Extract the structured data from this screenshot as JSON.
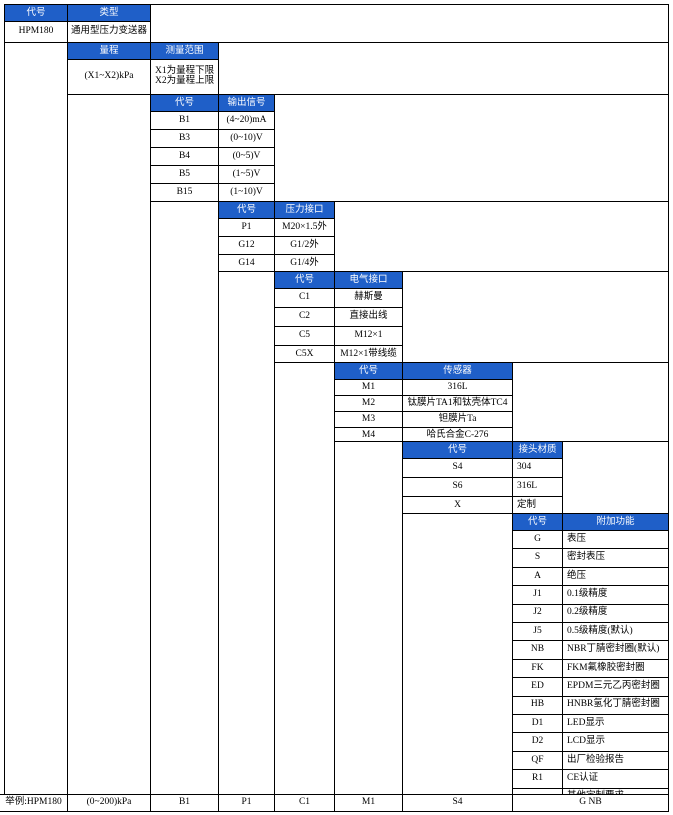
{
  "s1": {
    "code": "代号",
    "type": "类型",
    "model": "HPM180",
    "name": "通用型压力变送器"
  },
  "s2": {
    "range_h": "量程",
    "meas_h": "测量范围",
    "range_val": "(X1~X2)kPa",
    "meas_line1": "X1为量程下限",
    "meas_line2": "X2为量程上限"
  },
  "s3": {
    "code_h": "代号",
    "sig_h": "输出信号",
    "rows": [
      {
        "code": "B1",
        "val": "(4~20)mA"
      },
      {
        "code": "B3",
        "val": "(0~10)V"
      },
      {
        "code": "B4",
        "val": "(0~5)V"
      },
      {
        "code": "B5",
        "val": "(1~5)V"
      },
      {
        "code": "B15",
        "val": "(1~10)V"
      }
    ]
  },
  "s4": {
    "code_h": "代号",
    "conn_h": "压力接口",
    "rows": [
      {
        "code": "P1",
        "val": "M20×1.5外"
      },
      {
        "code": "G12",
        "val": "G1/2外"
      },
      {
        "code": "G14",
        "val": "G1/4外"
      }
    ]
  },
  "s5": {
    "code_h": "代号",
    "elec_h": "电气接口",
    "rows": [
      {
        "code": "C1",
        "val": "赫斯曼"
      },
      {
        "code": "C2",
        "val": "直接出线"
      },
      {
        "code": "C5",
        "val": "M12×1"
      },
      {
        "code": "C5X",
        "val": "M12×1带线缆"
      }
    ]
  },
  "s6": {
    "code_h": "代号",
    "sensor_h": "传感器",
    "rows": [
      {
        "code": "M1",
        "val": "316L"
      },
      {
        "code": "M2",
        "val": "钛膜片TA1和钛壳体TC4"
      },
      {
        "code": "M3",
        "val": "钽膜片Ta"
      },
      {
        "code": "M4",
        "val": "哈氏合金C-276"
      }
    ]
  },
  "s7": {
    "code_h": "代号",
    "mat_h": "接头材质",
    "rows": [
      {
        "code": "S4",
        "val": "304"
      },
      {
        "code": "S6",
        "val": "316L"
      },
      {
        "code": "X",
        "val": "定制"
      }
    ]
  },
  "s8": {
    "code_h": "代号",
    "func_h": "附加功能",
    "rows": [
      {
        "code": "G",
        "val": "表压"
      },
      {
        "code": "S",
        "val": "密封表压"
      },
      {
        "code": "A",
        "val": "绝压"
      },
      {
        "code": "J1",
        "val": "0.1级精度"
      },
      {
        "code": "J2",
        "val": "0.2级精度"
      },
      {
        "code": "J5",
        "val": "0.5级精度(默认)"
      },
      {
        "code": "NB",
        "val": "NBR丁腈密封圈(默认)"
      },
      {
        "code": "FK",
        "val": "FKM氟橡胶密封圈"
      },
      {
        "code": "ED",
        "val": "EPDM三元乙丙密封圈"
      },
      {
        "code": "HB",
        "val": "HNBR氢化丁腈密封圈"
      },
      {
        "code": "D1",
        "val": "LED显示"
      },
      {
        "code": "D2",
        "val": "LCD显示"
      },
      {
        "code": "QF",
        "val": "出厂检验报告"
      },
      {
        "code": "R1",
        "val": "CE认证"
      },
      {
        "code": "",
        "val": "其他定制要求"
      }
    ]
  },
  "example": {
    "model": "举例:HPM180",
    "range": "(0~200)kPa",
    "sig": "B1",
    "conn": "P1",
    "elec": "C1",
    "sensor": "M1",
    "mat": "S4",
    "func": "G NB"
  }
}
